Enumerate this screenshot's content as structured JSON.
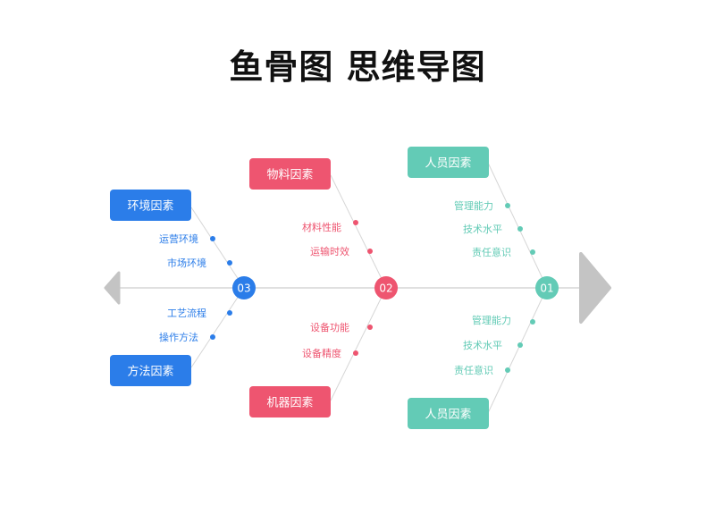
{
  "title": "鱼骨图 思维导图",
  "colors": {
    "blue": "#2b7de9",
    "red": "#ee5570",
    "teal": "#63cbb6",
    "spine": "#d6d6d6",
    "arrow": "#c4c4c4"
  },
  "nodes": {
    "n1": "01",
    "n2": "02",
    "n3": "03"
  },
  "categories": {
    "env": {
      "label": "环境因素",
      "items": [
        "运营环境",
        "市场环境"
      ]
    },
    "method": {
      "label": "方法因素",
      "items": [
        "工艺流程",
        "操作方法"
      ]
    },
    "material": {
      "label": "物料因素",
      "items": [
        "材料性能",
        "运输时效"
      ]
    },
    "machine": {
      "label": "机器因素",
      "items": [
        "设备功能",
        "设备精度"
      ]
    },
    "people_top": {
      "label": "人员因素",
      "items": [
        "管理能力",
        "技术水平",
        "责任意识"
      ]
    },
    "people_bottom": {
      "label": "人员因素",
      "items": [
        "管理能力",
        "技术水平",
        "责任意识"
      ]
    }
  }
}
